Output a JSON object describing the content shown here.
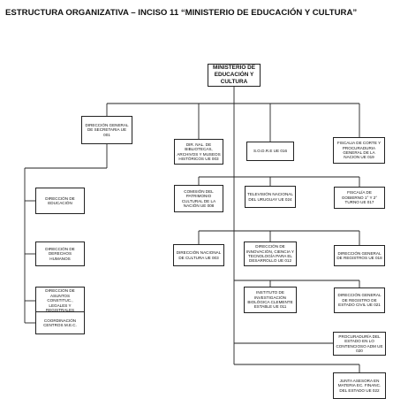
{
  "page_title": "ESTRUCTURA ORGANIZATIVA – INCISO 11 “MINISTERIO DE EDUCACIÓN Y CULTURA”",
  "nodes": {
    "ministerio": "MINISTERIO DE EDUCACIÓN Y CULTURA",
    "dir_general_secretaria": "DIRECCIÓN GENERAL DE SECRETARIA UE 001",
    "biblioteca_nacional": "DIR. NAL. DE BIBLIOTECAS, ARCHIVOS Y MUSEOS HISTÓRICOS UE 003",
    "sodre": "S.O.D.R.E UE 016",
    "fiscalia_corte": "FISCALIA DE CORTE Y PROCURADURIA GENERAL DE LA NACION UE 019",
    "dir_educacion": "DIRECCIÓN DE EDUCACIÓN",
    "comision_patrimonio": "COMISIÓN DEL PATRIMONIO CULTURAL DE LA NACIÓN UE 008",
    "television_nacional": "TELEVISIÓN NACIONAL DEL URUGUAY UE 024",
    "fiscalia_gobierno": "FISCALÍA DE GOBIERNO 1° Y 2° TURNO UE 017",
    "dir_derechos_humanos": "DIRECCIÓN DE DERECHOS HUMANOS",
    "dir_nacional_cultura": "DIRECCIÓN NACIONAL DE CULTURA UE 003",
    "dir_innovacion": "DIRECCIÓN DE INNOVACIÓN, CIENCIA Y TECNOLOGÍA PARA EL DESARROLLO UE 012",
    "dir_general_registros": "DIRECCIÓN GENERAL DE REGISTROS UE 018",
    "dir_asuntos_constitucionales": "DIRECCIÓN DE ASUNTOS CONSTITUC., LEGALES Y REGISTRALES",
    "instituto_clemente_estable": "INSTITUTO DE INVESTIGACIÓN BIOLÓGICA CLEMENTE ESTABLE UE 011",
    "dir_registro_estado_civil": "DIRECCIÓN GENERAL DE REGISTRO DE ESTADO CIVIL UE 021",
    "coordinacion_centros_mec": "COORDINACIÓN CENTROS M.E.C.",
    "procuraduria_estado": "PROCURADURÍA DEL ESTADO EN LO CONTENCIOSO ADM UE 020",
    "junta_asesora": "JUNTA ASESORA EN MATERIA EC. FINANC. DEL ESTADO UE 022"
  }
}
